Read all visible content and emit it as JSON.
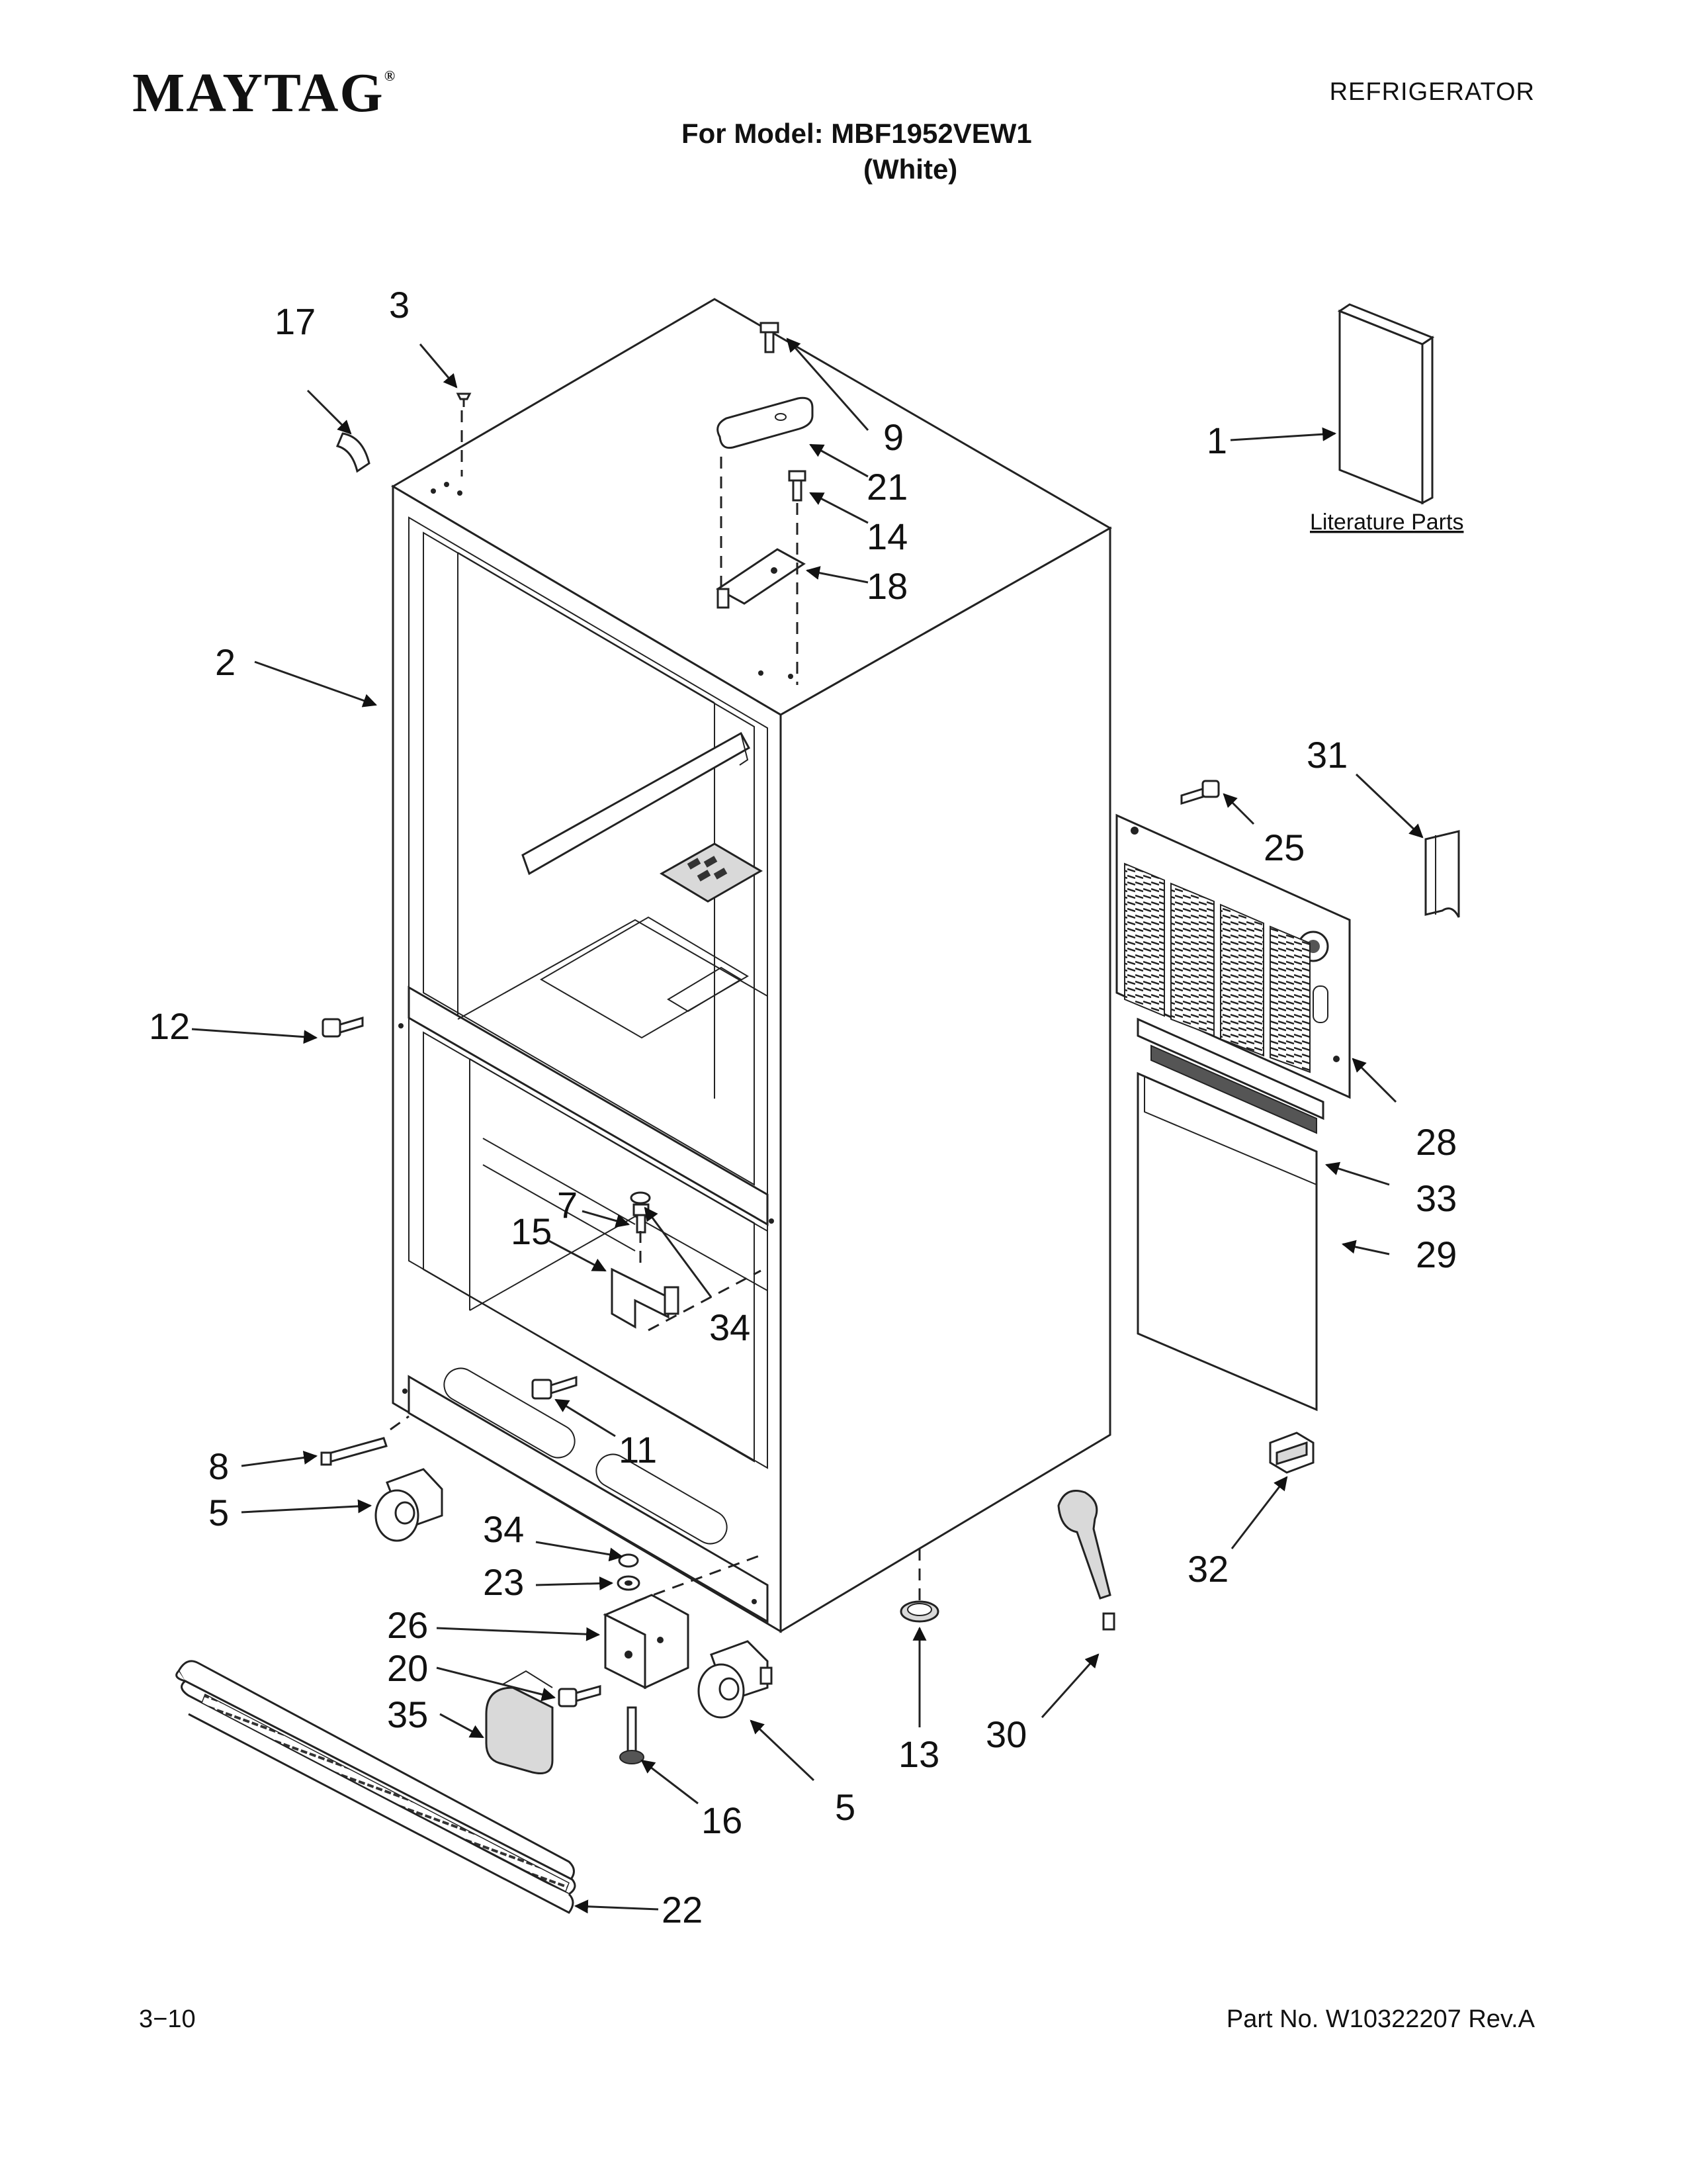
{
  "header": {
    "brand": "MAYTAG",
    "brand_mark": "®",
    "doc_type": "REFRIGERATOR",
    "model_line": "For Model: MBF1952VEW1",
    "color_line": "(White)"
  },
  "footer": {
    "page_number": "3−10",
    "part_number": "Part No. W10322207 Rev.A"
  },
  "literature_label": "Literature Parts",
  "callouts": {
    "c1": "1",
    "c2": "2",
    "c3": "3",
    "c5a": "5",
    "c5b": "5",
    "c7": "7",
    "c8": "8",
    "c9": "9",
    "c11": "11",
    "c12": "12",
    "c13": "13",
    "c14": "14",
    "c15": "15",
    "c16": "16",
    "c17": "17",
    "c18": "18",
    "c20": "20",
    "c21": "21",
    "c22": "22",
    "c23": "23",
    "c25": "25",
    "c26": "26",
    "c28": "28",
    "c29": "29",
    "c30": "30",
    "c31": "31",
    "c32": "32",
    "c33": "33",
    "c34a": "34",
    "c34b": "34",
    "c35": "35"
  }
}
